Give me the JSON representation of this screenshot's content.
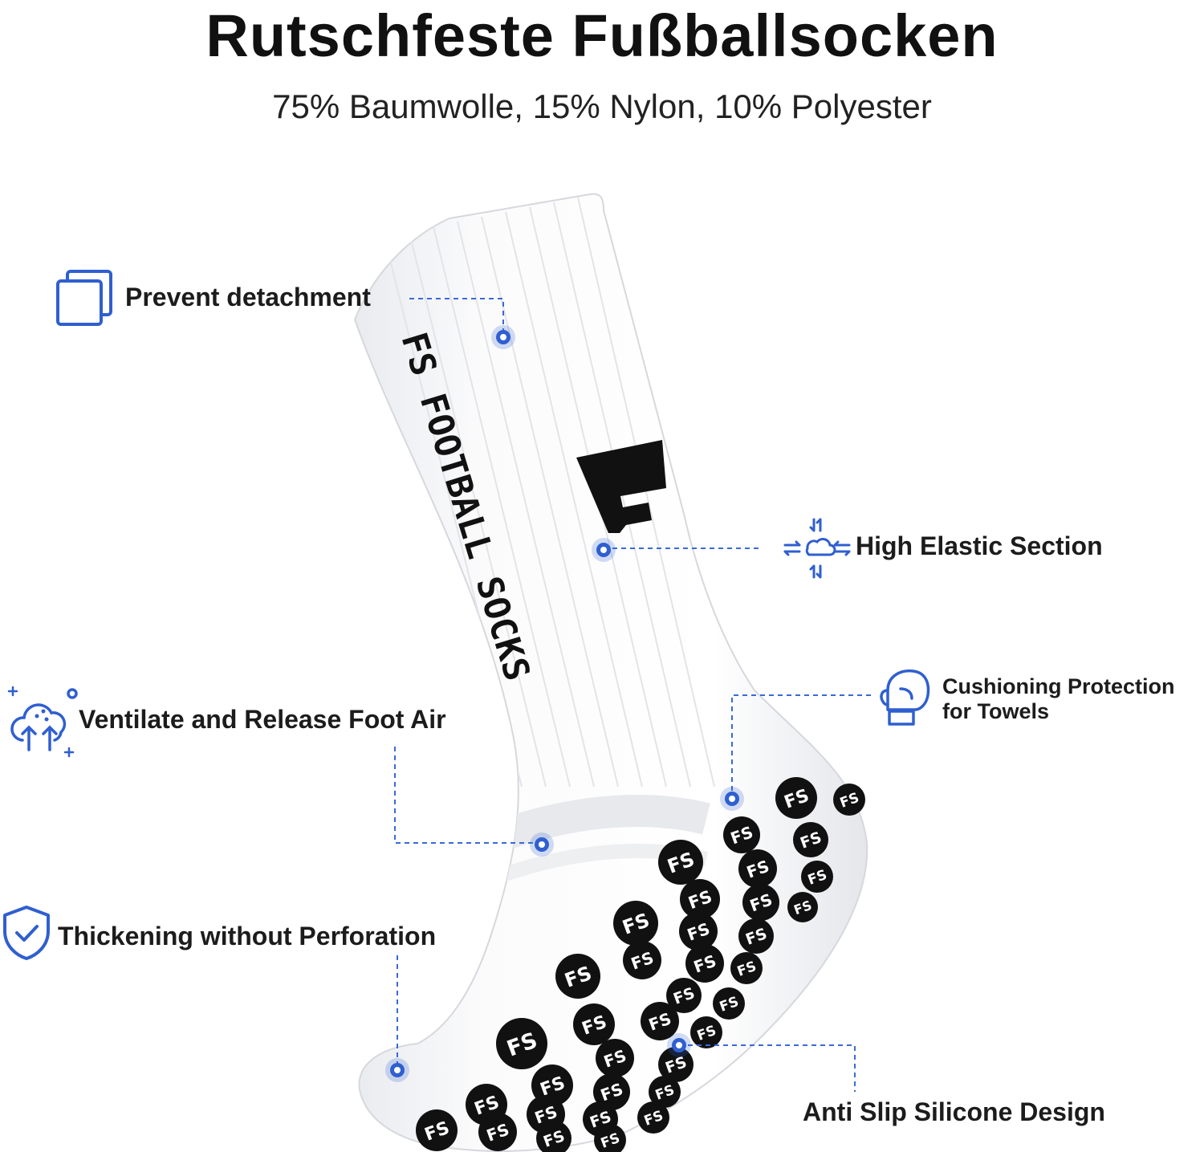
{
  "header": {
    "title": "Rutschfeste Fußballsocken",
    "subtitle": "75% Baumwolle, 15% Nylon, 10% Polyester"
  },
  "product": {
    "leg_print": "FS FOOTBALL SOCKS",
    "grip_logo": "FS"
  },
  "features": {
    "prevent_detachment": "Prevent detachment",
    "high_elastic": "High Elastic Section",
    "ventilate": "Ventilate and Release Foot Air",
    "cushioning_line1": "Cushioning Protection",
    "cushioning_line2": "for Towels",
    "thickening": "Thickening without Perforation",
    "anti_slip": "Anti Slip Silicone Design"
  },
  "icons": {
    "prevent_detachment": "stacked-squares-icon",
    "high_elastic": "stretch-arrows-cloud-icon",
    "ventilate": "cloud-arrows-icon",
    "cushioning": "boxing-glove-icon",
    "thickening": "shield-check-icon"
  },
  "colors": {
    "accent": "#2f5fd0",
    "text": "#1c1c1c",
    "sock": "#ffffff",
    "grip": "#111111"
  }
}
